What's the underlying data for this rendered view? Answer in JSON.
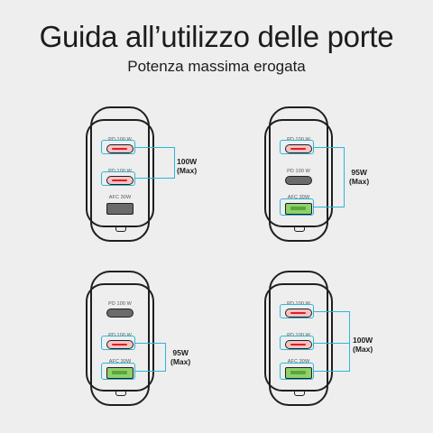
{
  "title": "Guida all’utilizzo delle porte",
  "subtitle": "Potenza massima erogata",
  "port_labels": {
    "pd": "PD 100 W",
    "afc": "AFC 30W"
  },
  "panels": [
    {
      "id": "tl",
      "ports_active": [
        true,
        true,
        false
      ],
      "watt": "100W",
      "max": "(Max)"
    },
    {
      "id": "tr",
      "ports_active": [
        true,
        false,
        true
      ],
      "watt": "95W",
      "max": "(Max)"
    },
    {
      "id": "bl",
      "ports_active": [
        false,
        true,
        true
      ],
      "watt": "95W",
      "max": "(Max)"
    },
    {
      "id": "br",
      "ports_active": [
        true,
        true,
        true
      ],
      "watt": "100W",
      "max": "(Max)"
    }
  ],
  "colors": {
    "highlight": "#2bb7d8",
    "usbc_active": "#e01e24",
    "usba_active": "#8fd06a"
  }
}
